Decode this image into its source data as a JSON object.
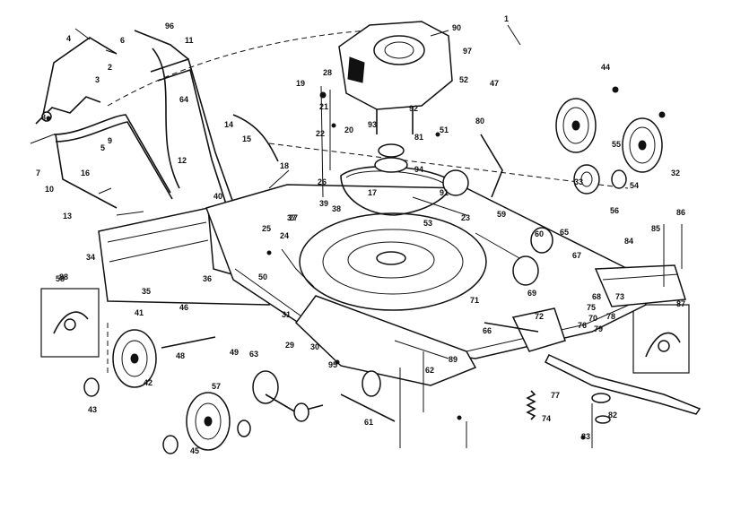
{
  "callouts": [
    {
      "id": "c1",
      "text": "1"
    },
    {
      "id": "c2",
      "text": "2"
    },
    {
      "id": "c3",
      "text": "3"
    },
    {
      "id": "c4",
      "text": "4"
    },
    {
      "id": "c5",
      "text": "5"
    },
    {
      "id": "c6",
      "text": "6"
    },
    {
      "id": "c7",
      "text": "7"
    },
    {
      "id": "c8",
      "text": "8"
    },
    {
      "id": "c9",
      "text": "9"
    },
    {
      "id": "c10",
      "text": "10"
    },
    {
      "id": "c11",
      "text": "11"
    },
    {
      "id": "c12",
      "text": "12"
    },
    {
      "id": "c13",
      "text": "13"
    },
    {
      "id": "c14",
      "text": "14"
    },
    {
      "id": "c15",
      "text": "15"
    },
    {
      "id": "c16",
      "text": "16"
    },
    {
      "id": "c17",
      "text": "17"
    },
    {
      "id": "c18",
      "text": "18"
    },
    {
      "id": "c19",
      "text": "19"
    },
    {
      "id": "c20",
      "text": "20"
    },
    {
      "id": "c21",
      "text": "21"
    },
    {
      "id": "c22",
      "text": "22"
    },
    {
      "id": "c23",
      "text": "23"
    },
    {
      "id": "c24",
      "text": "24"
    },
    {
      "id": "c25",
      "text": "25"
    },
    {
      "id": "c26",
      "text": "26"
    },
    {
      "id": "c27",
      "text": "27"
    },
    {
      "id": "c28",
      "text": "28"
    },
    {
      "id": "c29",
      "text": "29"
    },
    {
      "id": "c30",
      "text": "30"
    },
    {
      "id": "c31",
      "text": "31"
    },
    {
      "id": "c32",
      "text": "32"
    },
    {
      "id": "c33",
      "text": "33"
    },
    {
      "id": "c34",
      "text": "34"
    },
    {
      "id": "c35",
      "text": "35"
    },
    {
      "id": "c36",
      "text": "36"
    },
    {
      "id": "c37",
      "text": "37"
    },
    {
      "id": "c38",
      "text": "38"
    },
    {
      "id": "c39",
      "text": "39"
    },
    {
      "id": "c40",
      "text": "40"
    },
    {
      "id": "c41",
      "text": "41"
    },
    {
      "id": "c42",
      "text": "42"
    },
    {
      "id": "c43",
      "text": "43"
    },
    {
      "id": "c44",
      "text": "44"
    },
    {
      "id": "c45",
      "text": "45"
    },
    {
      "id": "c46",
      "text": "46"
    },
    {
      "id": "c47",
      "text": "47"
    },
    {
      "id": "c48",
      "text": "48"
    },
    {
      "id": "c49",
      "text": "49"
    },
    {
      "id": "c50",
      "text": "50"
    },
    {
      "id": "c51",
      "text": "51"
    },
    {
      "id": "c52",
      "text": "52"
    },
    {
      "id": "c53",
      "text": "53"
    },
    {
      "id": "c54",
      "text": "54"
    },
    {
      "id": "c55",
      "text": "55"
    },
    {
      "id": "c56",
      "text": "56"
    },
    {
      "id": "c57",
      "text": "57"
    },
    {
      "id": "c58",
      "text": "58"
    },
    {
      "id": "c59",
      "text": "59"
    },
    {
      "id": "c60",
      "text": "60"
    },
    {
      "id": "c61",
      "text": "61"
    },
    {
      "id": "c62",
      "text": "62"
    },
    {
      "id": "c63",
      "text": "63"
    },
    {
      "id": "c64",
      "text": "64"
    },
    {
      "id": "c65",
      "text": "65"
    },
    {
      "id": "c66",
      "text": "66"
    },
    {
      "id": "c67",
      "text": "67"
    },
    {
      "id": "c68",
      "text": "68"
    },
    {
      "id": "c69",
      "text": "69"
    },
    {
      "id": "c70",
      "text": "70"
    },
    {
      "id": "c71",
      "text": "71"
    },
    {
      "id": "c72",
      "text": "72"
    },
    {
      "id": "c73",
      "text": "73"
    },
    {
      "id": "c74",
      "text": "74"
    },
    {
      "id": "c75",
      "text": "75"
    },
    {
      "id": "c76",
      "text": "76"
    },
    {
      "id": "c77",
      "text": "77"
    },
    {
      "id": "c78",
      "text": "78"
    },
    {
      "id": "c79",
      "text": "79"
    },
    {
      "id": "c80",
      "text": "80"
    },
    {
      "id": "c81",
      "text": "81"
    },
    {
      "id": "c82",
      "text": "82"
    },
    {
      "id": "c83",
      "text": "83"
    },
    {
      "id": "c84",
      "text": "84"
    },
    {
      "id": "c85",
      "text": "85"
    },
    {
      "id": "c86",
      "text": "86"
    },
    {
      "id": "c87",
      "text": "87"
    },
    {
      "id": "c88",
      "text": "88"
    },
    {
      "id": "c89",
      "text": "89"
    },
    {
      "id": "c90",
      "text": "90"
    },
    {
      "id": "c91",
      "text": "91"
    },
    {
      "id": "c92",
      "text": "92"
    },
    {
      "id": "c93",
      "text": "93"
    },
    {
      "id": "c94",
      "text": "94"
    },
    {
      "id": "c95",
      "text": "95"
    },
    {
      "id": "c96",
      "text": "96"
    },
    {
      "id": "c97",
      "text": "97"
    }
  ],
  "colors": {
    "ink": "#111111",
    "paper": "#ffffff"
  }
}
